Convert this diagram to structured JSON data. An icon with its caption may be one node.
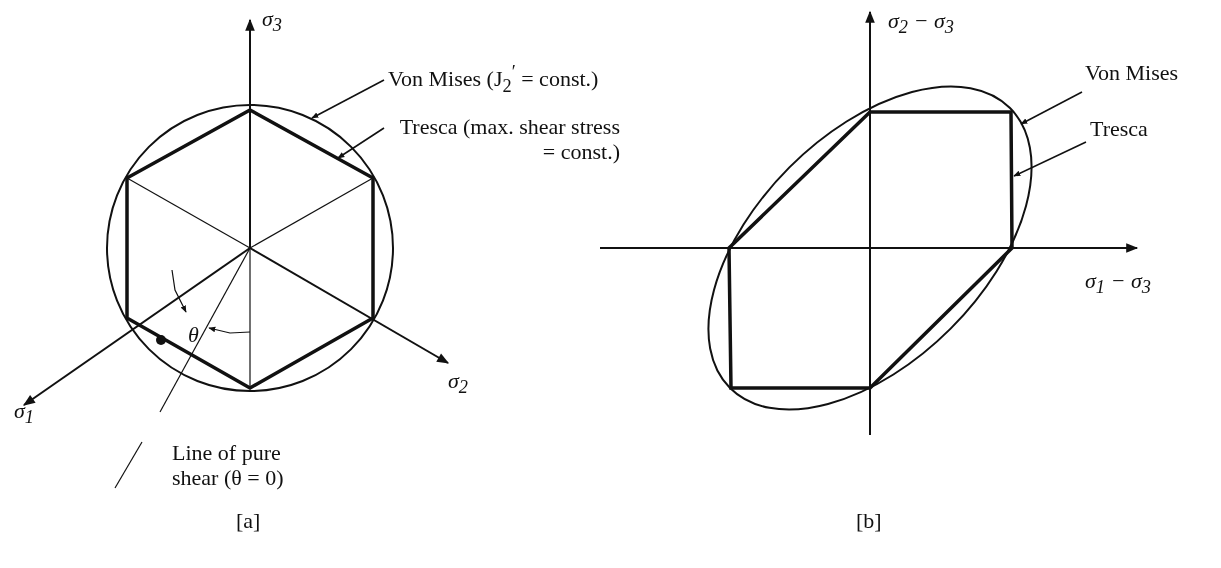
{
  "diagram": {
    "nodes": [
      {
        "text": [
          "Von Mises (J$_{2}$$^{′}$ = const.)"
        ]
      },
      {
        "text": [],
        "shape": "circle"
      },
      {
        "text": [
          "Tresca (max. shear stress = const.)"
        ]
      },
      {
        "text": [],
        "shape": "hexagon",
        "in": 1
      },
      {
        "text": [
          "Von Mises"
        ]
      },
      {
        "text": [],
        "shape": "ellipse"
      },
      {
        "text": [
          "Tresca"
        ]
      },
      {
        "text": [],
        "shape": "hexagon",
        "in": 5
      }
    ],
    "edges": [
      {
        "from": 0,
        "to": 1,
        "arrow": "to"
      },
      {
        "from": 2,
        "to": 3,
        "arrow": "to"
      },
      {
        "from": 4,
        "to": 5,
        "arrow": "to"
      },
      {
        "from": 6,
        "to": 7,
        "arrow": "to"
      }
    ],
    "labels": [
      "σ$_{3}$",
      "σ$_{2}$ − σ$_{3}$",
      "σ$_{1}$ − σ$_{3}$",
      "θ",
      "σ$_{1}$",
      "σ$_{2}$",
      "Line of pure shear (θ = 0)",
      "[a]",
      "[b]"
    ]
  }
}
